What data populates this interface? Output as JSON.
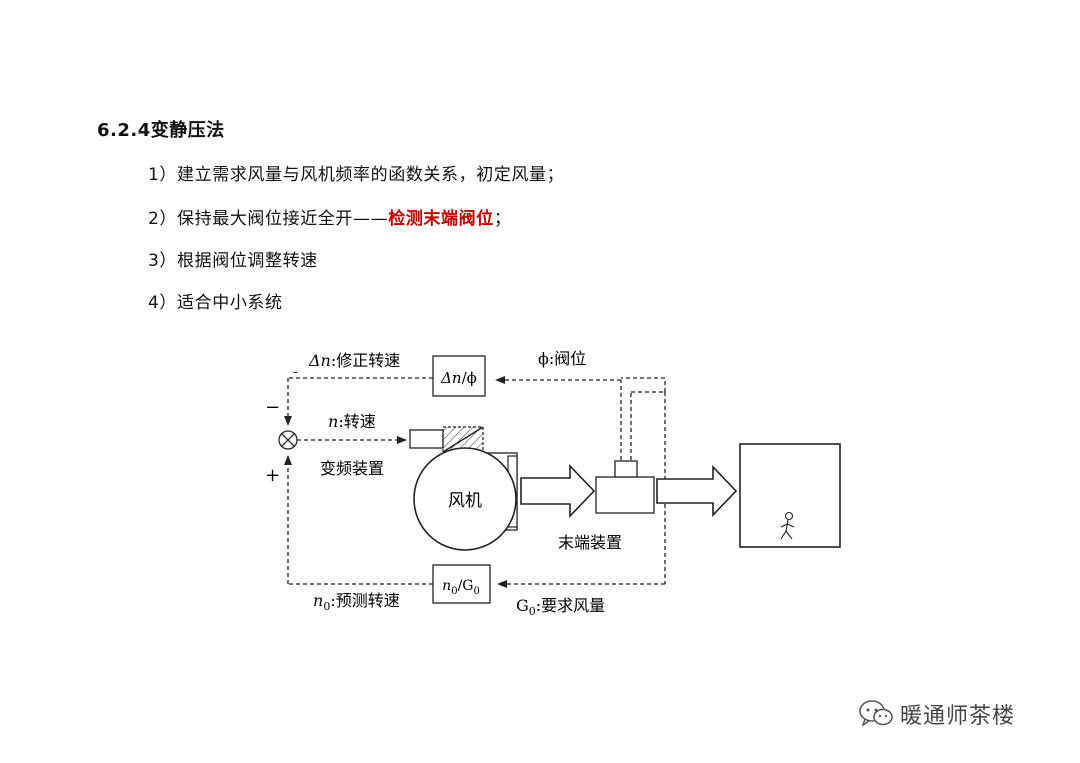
{
  "heading": "6.2.4变静压法",
  "items": [
    "1）建立需求风量与风机频率的函数关系，初定风量；",
    {
      "prefix": "2）保持最大阀位接近全开——",
      "highlight": "检测末端阀位",
      "suffix": "；"
    },
    "3）根据阀位调整转速",
    "4）适合中小系统"
  ],
  "diagram": {
    "dn_label_var": "Δn",
    "dn_label_text": ":修正转速",
    "dn_box_var": "Δn",
    "dn_box_sep": "/",
    "dn_box_phi": "ϕ",
    "phi_label": "ϕ:阀位",
    "n_label_var": "n",
    "n_label_text": ":转速",
    "minus_top": "-",
    "minus_left": "−",
    "plus": "+",
    "vfd_label": "变频装置",
    "fan_label": "风机",
    "terminal_label": "末端装置",
    "n0_box_n": "n",
    "n0_box_sub": "0",
    "n0_box_sep": "/G",
    "n0_box_sub2": "0",
    "n0_label_n": "n",
    "n0_label_sub": "0",
    "n0_label_text": ":预测转速",
    "g0_label_g": "G",
    "g0_label_sub": "0",
    "g0_label_text": ":要求风量"
  },
  "watermark": {
    "text": "暖通师茶楼",
    "icon": "wechat-icon"
  },
  "colors": {
    "highlight": "#c00000",
    "line": "#222222"
  }
}
